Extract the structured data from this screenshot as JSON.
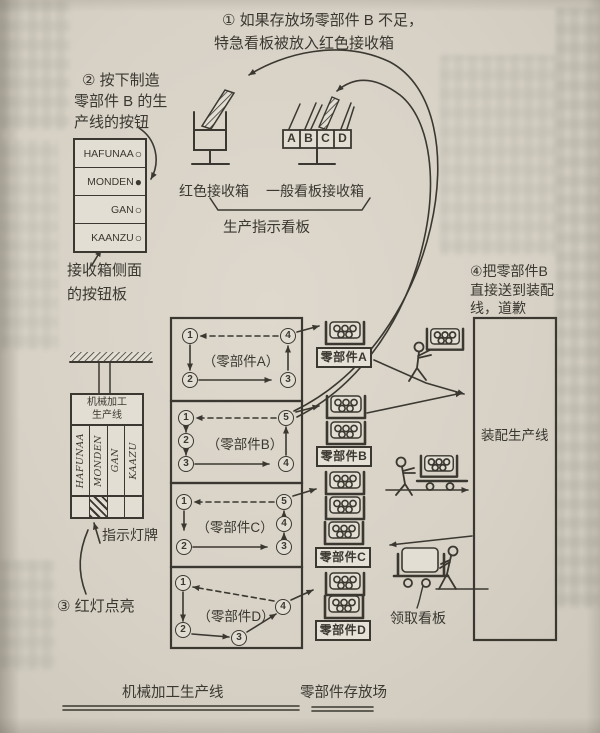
{
  "colors": {
    "ink": "#3a3831",
    "paper": "#d7d1c6",
    "paper_light": "#e3ded3"
  },
  "step1": {
    "line1": "① 如果存放场零部件 B 不足，",
    "line2": "特急看板被放入红色接收箱"
  },
  "step2": {
    "line1": "② 按下制造",
    "line2": "零部件 B 的生",
    "line3": "产线的按钮"
  },
  "step3": {
    "text": "③ 红灯点亮"
  },
  "step4": {
    "line1": "④把零部件B",
    "line2": "直接送到装配",
    "line3": "线，道歉"
  },
  "button_panel": {
    "rows": [
      {
        "label": "HAFUNAA",
        "indicator": "○"
      },
      {
        "label": "MONDEN",
        "indicator": "●"
      },
      {
        "label": "GAN",
        "indicator": "○"
      },
      {
        "label": "KAANZU",
        "indicator": "○"
      }
    ],
    "caption_line1": "接收箱侧面",
    "caption_line2": "的按钮板"
  },
  "receiving": {
    "red_label": "红色接收箱",
    "general_label": "一般看板接收箱",
    "slots": [
      "A",
      "B",
      "C",
      "D"
    ],
    "caption": "生产指示看板"
  },
  "lamp_panel": {
    "title_line1": "机械加工",
    "title_line2": "生产线",
    "columns": [
      "HAFUNAA",
      "MONDEN",
      "GAN",
      "KAAZU"
    ],
    "caption": "指示灯牌"
  },
  "machining": {
    "blocks": [
      {
        "name": "（零部件A）",
        "stations": [
          "1",
          "2",
          "3",
          "4"
        ]
      },
      {
        "name": "（零部件B）",
        "stations": [
          "1",
          "2",
          "3",
          "4",
          "5"
        ]
      },
      {
        "name": "（零部件C）",
        "stations": [
          "1",
          "2",
          "3",
          "4",
          "5"
        ]
      },
      {
        "name": "（零部件D）",
        "stations": [
          "1",
          "2",
          "3",
          "4"
        ]
      }
    ],
    "bottom_label": "机械加工生产线"
  },
  "storage": {
    "labels": [
      "零部件A",
      "零部件B",
      "零部件C",
      "零部件D"
    ],
    "bottom_label": "零部件存放场"
  },
  "assembly": {
    "label": "装配生产线"
  },
  "cart": {
    "label": "领取看板"
  }
}
